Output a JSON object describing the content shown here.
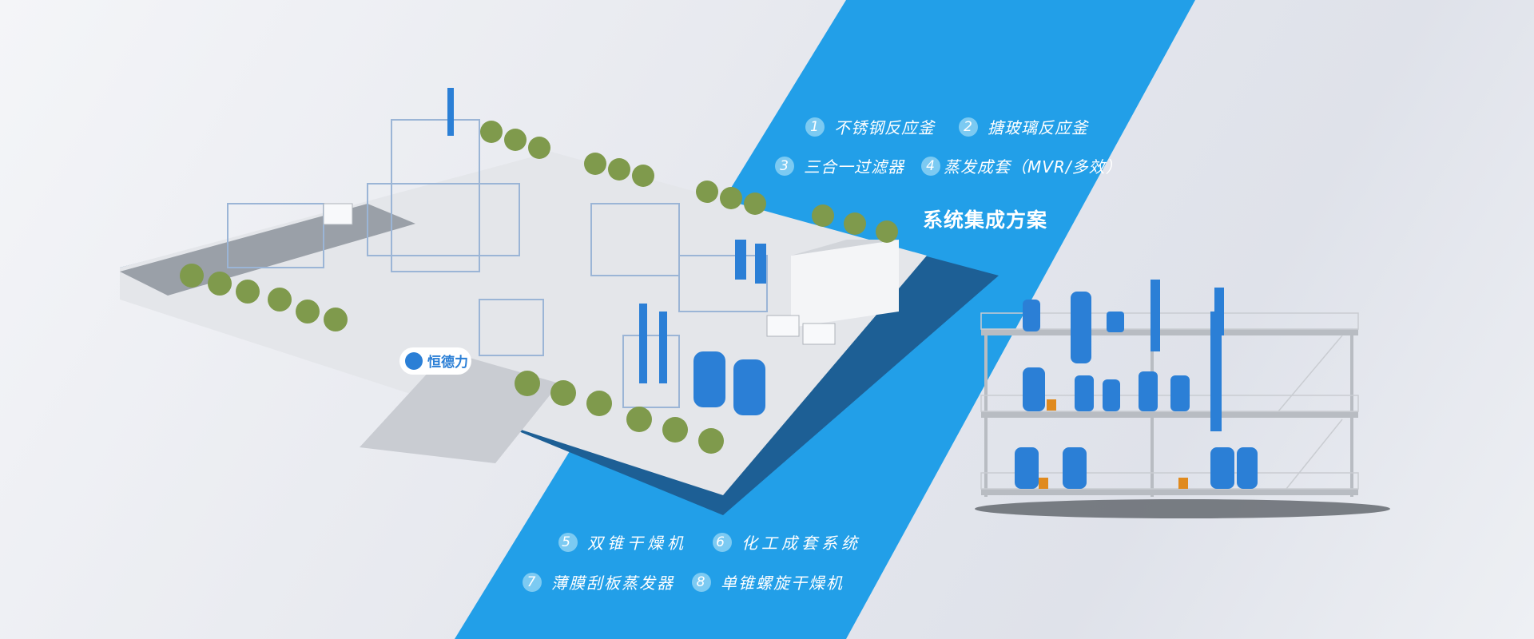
{
  "banner": {
    "title": "系统集成方案",
    "brand_logo_text": "恒德力",
    "items": [
      {
        "num": "1",
        "label": "不锈钢反应釜"
      },
      {
        "num": "2",
        "label": "搪玻璃反应釜"
      },
      {
        "num": "3",
        "label": "三合一过滤器"
      },
      {
        "num": "4",
        "label": "蒸发成套（MVR/多效）"
      },
      {
        "num": "5",
        "label": "双锥干燥机"
      },
      {
        "num": "6",
        "label": "化工成套系统"
      },
      {
        "num": "7",
        "label": "薄膜刮板蒸发器"
      },
      {
        "num": "8",
        "label": "单锥螺旋干燥机"
      }
    ],
    "colors": {
      "band": "#229fe8",
      "equipment": "#2b7fd6",
      "badge": "#7ccaf2"
    }
  }
}
